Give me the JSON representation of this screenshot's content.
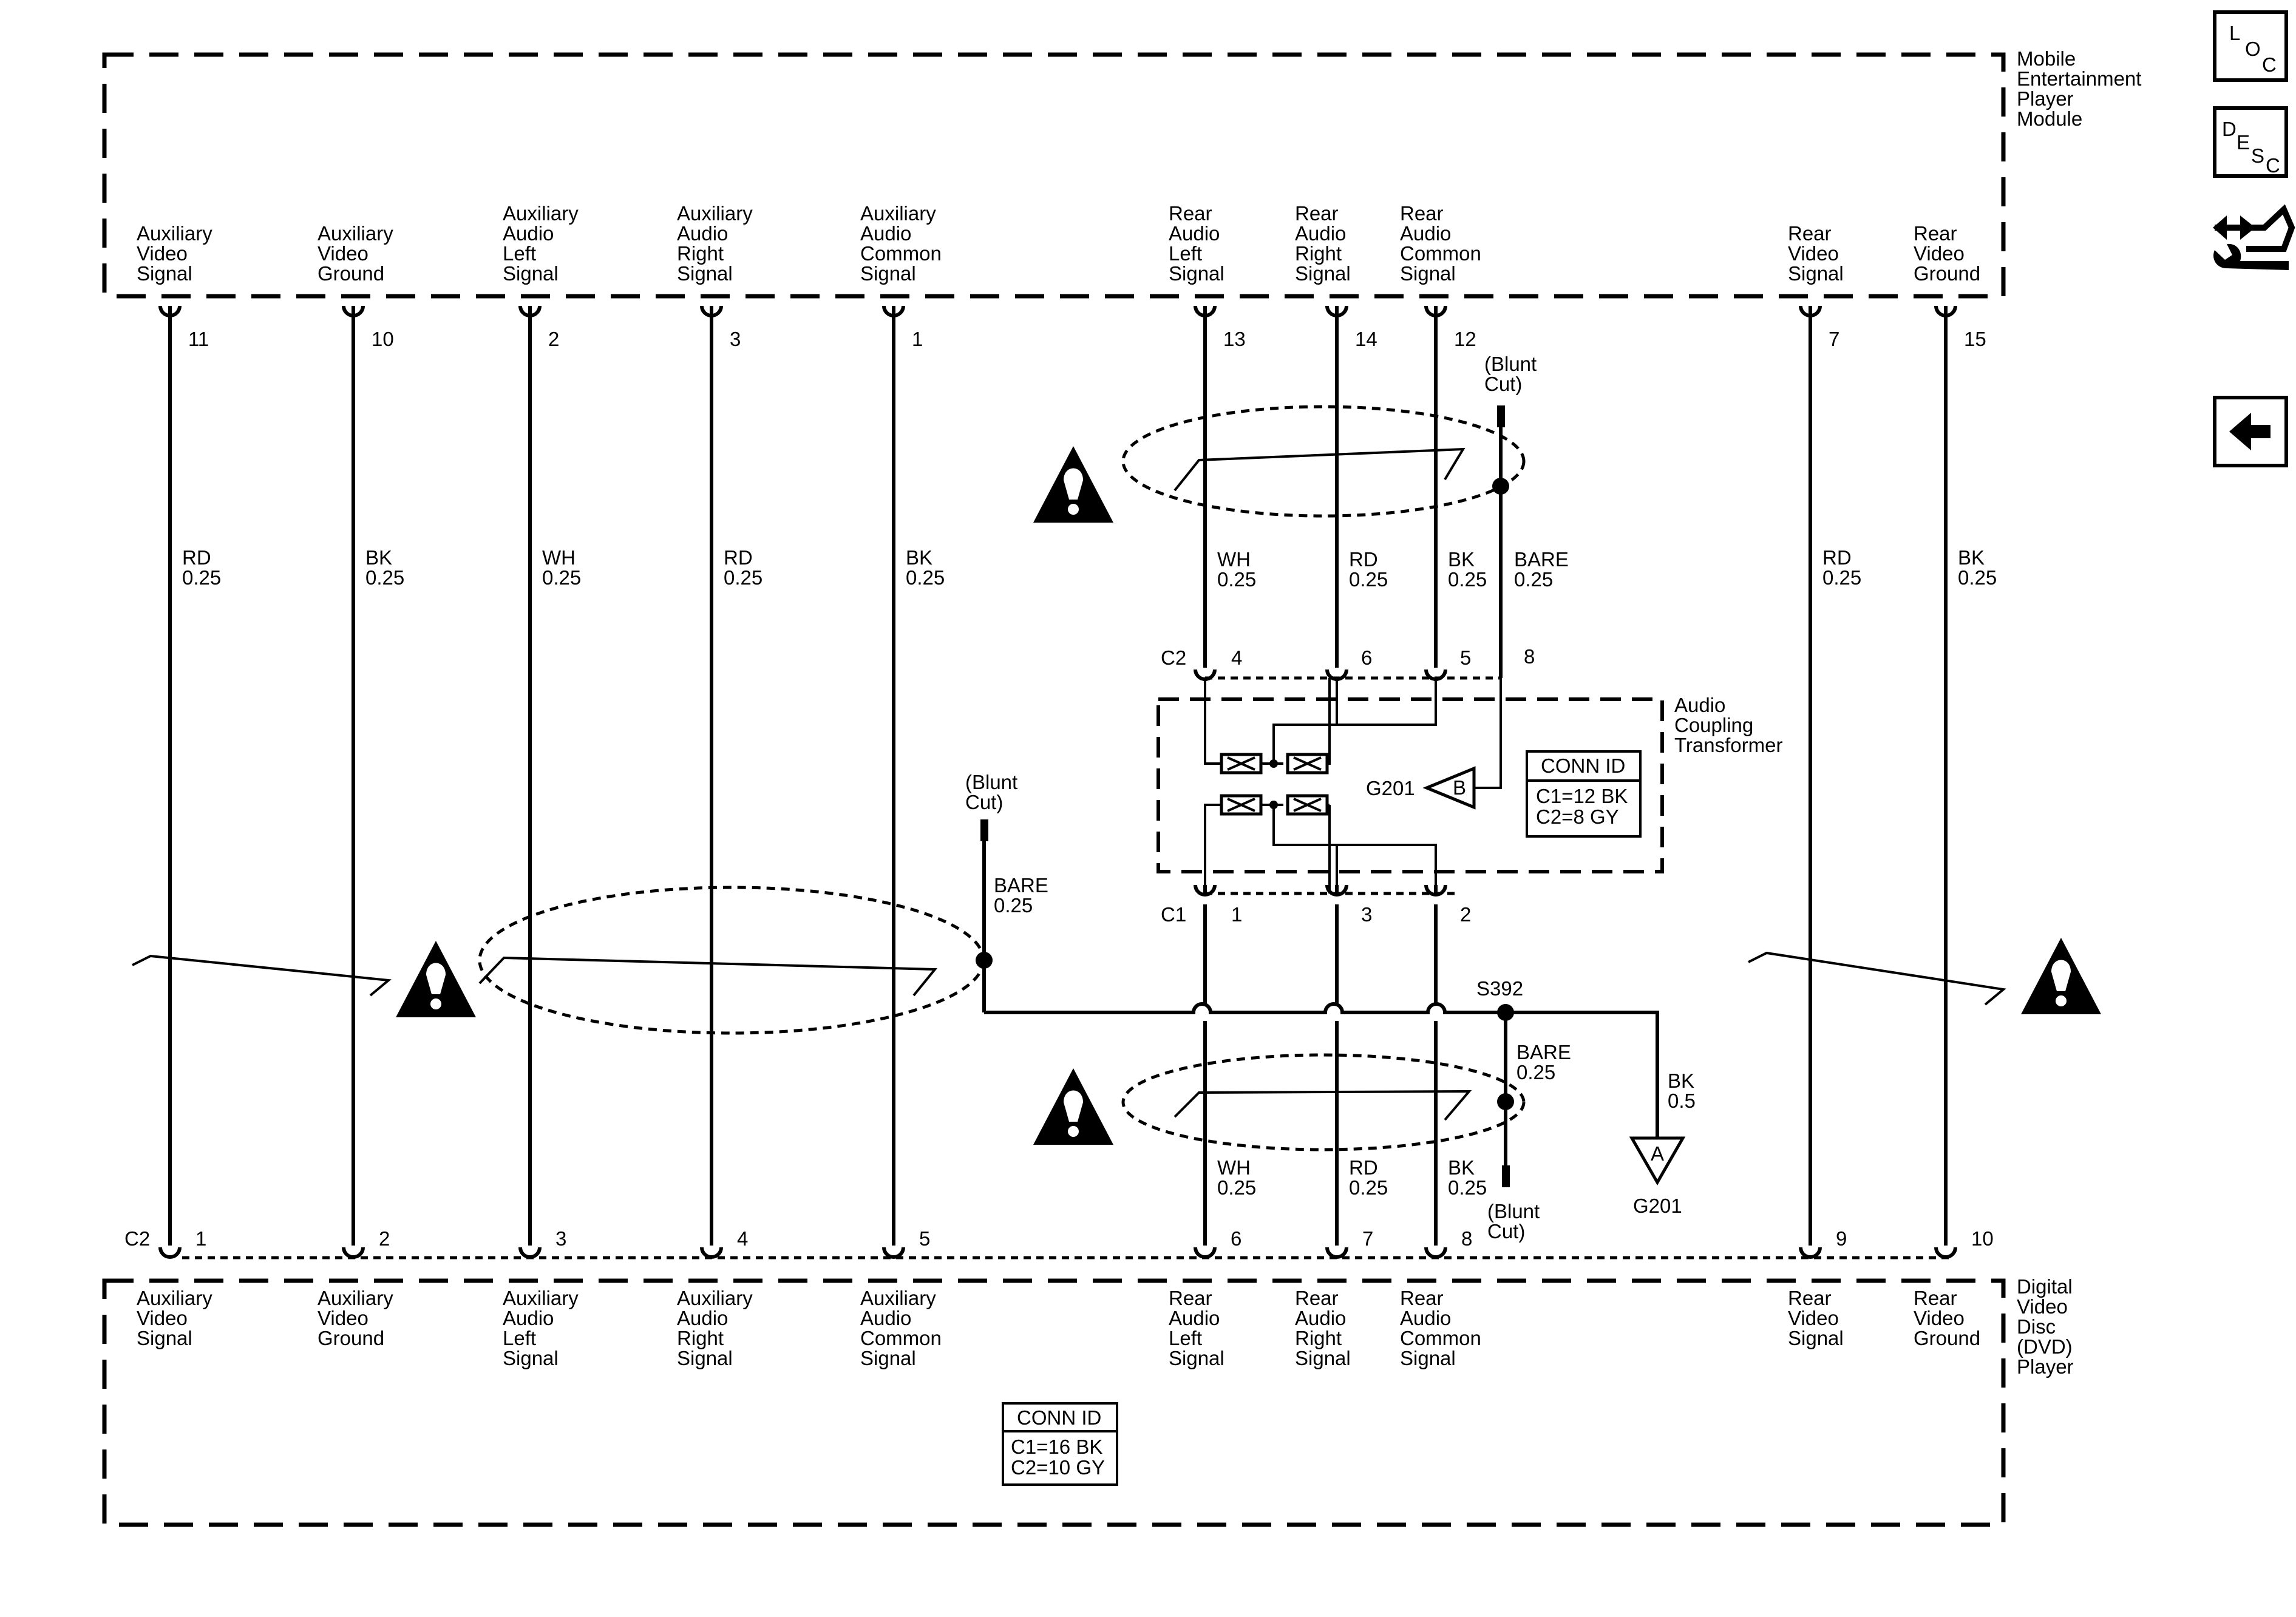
{
  "modules": {
    "top": {
      "name": [
        "Mobile",
        "Entertainment",
        "Player",
        "Module"
      ]
    },
    "bottom": {
      "name": [
        "Digital",
        "Video",
        "Disc",
        "(DVD)",
        "Player"
      ]
    }
  },
  "wires": [
    {
      "id": "aux-video-signal",
      "signal": [
        "Auxiliary",
        "Video",
        "Signal"
      ],
      "top_pin": "11",
      "bottom_pin": "1",
      "color": "RD",
      "gauge": "0.25"
    },
    {
      "id": "aux-video-ground",
      "signal": [
        "Auxiliary",
        "Video",
        "Ground"
      ],
      "top_pin": "10",
      "bottom_pin": "2",
      "color": "BK",
      "gauge": "0.25"
    },
    {
      "id": "aux-audio-left",
      "signal": [
        "Auxiliary",
        "Audio",
        "Left",
        "Signal"
      ],
      "top_pin": "2",
      "bottom_pin": "3",
      "color": "WH",
      "gauge": "0.25"
    },
    {
      "id": "aux-audio-right",
      "signal": [
        "Auxiliary",
        "Audio",
        "Right",
        "Signal"
      ],
      "top_pin": "3",
      "bottom_pin": "4",
      "color": "RD",
      "gauge": "0.25"
    },
    {
      "id": "aux-audio-common",
      "signal": [
        "Auxiliary",
        "Audio",
        "Common",
        "Signal"
      ],
      "top_pin": "1",
      "bottom_pin": "5",
      "color": "BK",
      "gauge": "0.25"
    },
    {
      "id": "rear-audio-left",
      "signal": [
        "Rear",
        "Audio",
        "Left",
        "Signal"
      ],
      "top_pin": "13",
      "bottom_pin": "6",
      "color": "WH",
      "gauge": "0.25",
      "coupler_top_pin": "4",
      "coupler_bottom_pin": "1",
      "lower_color": "WH",
      "lower_gauge": "0.25"
    },
    {
      "id": "rear-audio-right",
      "signal": [
        "Rear",
        "Audio",
        "Right",
        "Signal"
      ],
      "top_pin": "14",
      "bottom_pin": "7",
      "color": "RD",
      "gauge": "0.25",
      "coupler_top_pin": "6",
      "coupler_bottom_pin": "3",
      "lower_color": "RD",
      "lower_gauge": "0.25"
    },
    {
      "id": "rear-audio-common",
      "signal": [
        "Rear",
        "Audio",
        "Common",
        "Signal"
      ],
      "top_pin": "12",
      "bottom_pin": "8",
      "color": "BK",
      "gauge": "0.25",
      "coupler_top_pin": "5",
      "coupler_bottom_pin": "2",
      "lower_color": "BK",
      "lower_gauge": "0.25"
    },
    {
      "id": "rear-video-signal",
      "signal": [
        "Rear",
        "Video",
        "Signal"
      ],
      "top_pin": "7",
      "bottom_pin": "9",
      "color": "RD",
      "gauge": "0.25"
    },
    {
      "id": "rear-video-ground",
      "signal": [
        "Rear",
        "Video",
        "Ground"
      ],
      "top_pin": "15",
      "bottom_pin": "10",
      "color": "BK",
      "gauge": "0.25"
    }
  ],
  "bottom_connector": "C2",
  "coupler": {
    "name": [
      "Audio",
      "Coupling",
      "Transformer"
    ],
    "c2_label": "C2",
    "c1_label": "C1",
    "drain_pin": "8",
    "drain_color": "BARE",
    "drain_gauge": "0.25",
    "ground_label": "G201",
    "ground_letter": "B",
    "conn_id": {
      "title": "CONN ID",
      "lines": [
        "C1=12 BK",
        "C2=8 GY"
      ]
    }
  },
  "blunt_cut": [
    "(Blunt",
    "Cut)"
  ],
  "aux_drain": {
    "color": "BARE",
    "gauge": "0.25"
  },
  "lower_drain": {
    "color": "BARE",
    "gauge": "0.25"
  },
  "splice": {
    "label": "S392"
  },
  "ground_a": {
    "color": "BK",
    "gauge": "0.5",
    "label": "G201",
    "letter": "A"
  },
  "dvd_conn_id": {
    "title": "CONN ID",
    "lines": [
      "C1=16 BK",
      "C2=10 GY"
    ]
  },
  "nav": {
    "loc": [
      "L",
      "O",
      "C"
    ],
    "desc": [
      "D",
      "E",
      "S",
      "C"
    ]
  }
}
